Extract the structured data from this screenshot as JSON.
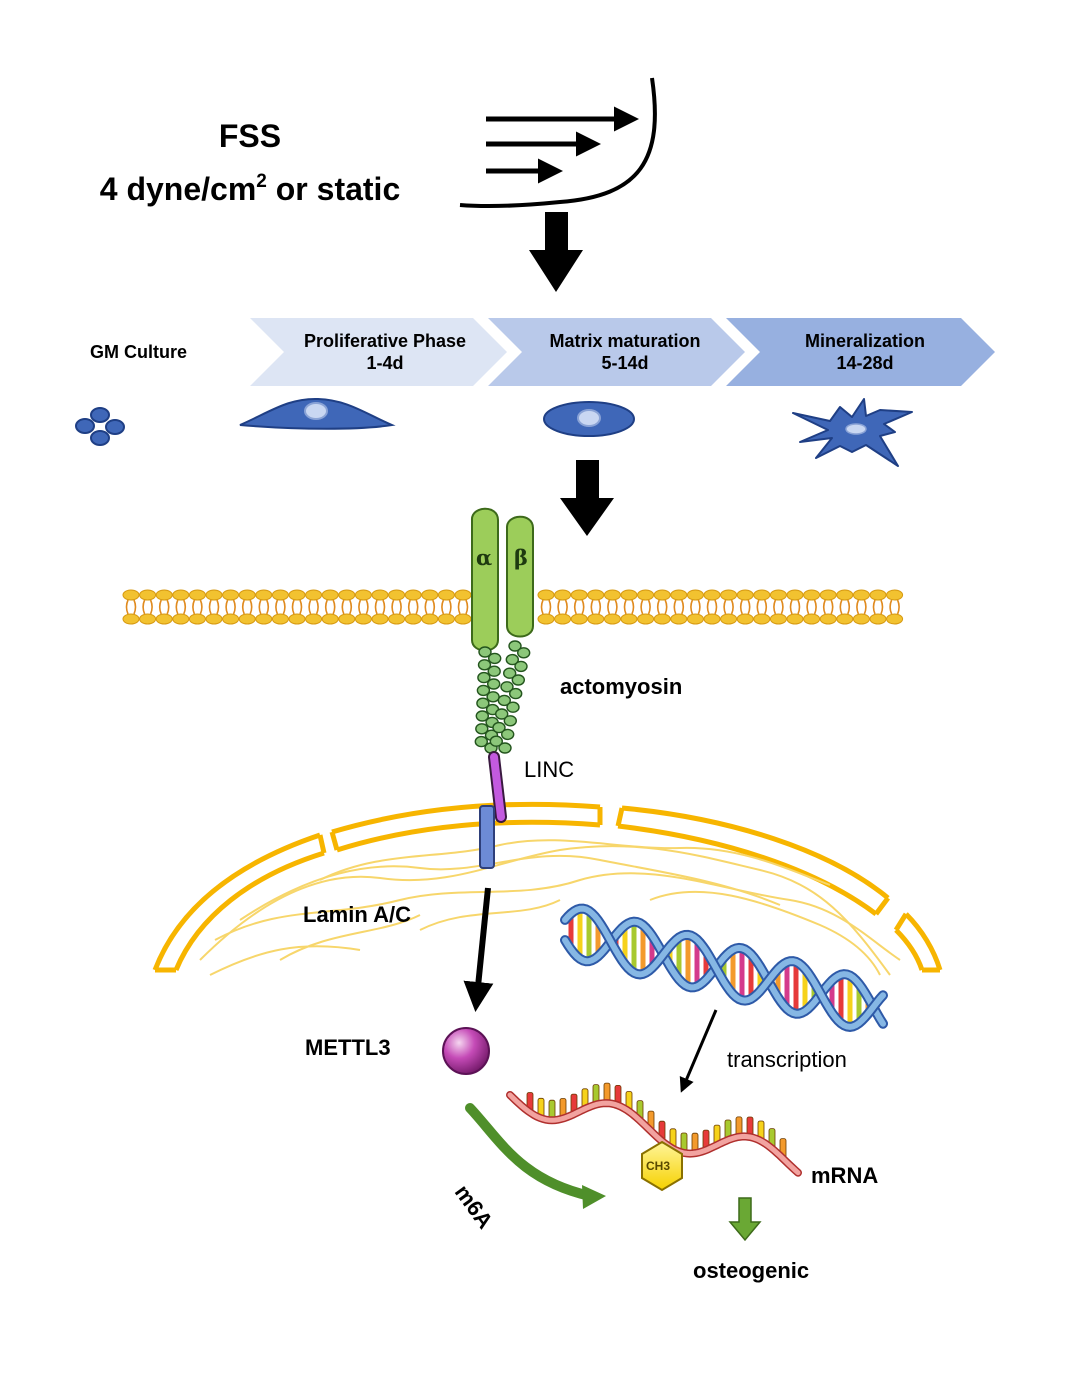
{
  "fss": {
    "title": "FSS",
    "condition_prefix": "4 dyne/cm",
    "condition_sup": "2",
    "condition_suffix": " or static"
  },
  "culture": {
    "label": "GM Culture"
  },
  "phases": [
    {
      "name": "Proliferative Phase",
      "days": "1-4d",
      "color": "#dde5f4"
    },
    {
      "name": "Matrix maturation",
      "days": "5-14d",
      "color": "#b9c9ea"
    },
    {
      "name": "Mineralization",
      "days": "14-28d",
      "color": "#97b0e0"
    }
  ],
  "integrin": {
    "alpha": "α",
    "beta": "β"
  },
  "labels": {
    "actomyosin": "actomyosin",
    "linc": "LINC",
    "lamin": "Lamin A/C",
    "mettl3": "METTL3",
    "transcription": "transcription",
    "ch3": "CH3",
    "mrna": "mRNA",
    "m6a": "m6A",
    "osteogenic": "osteogenic"
  },
  "colors": {
    "membrane": "#f2c230",
    "nuclear_envelope": "#f7b500",
    "integrin": "#9ccd5a",
    "cell": "#3f67b8",
    "linc_upper": "#c35adf",
    "linc_lower": "#6d8bd6",
    "mettl3": "#b83cad",
    "m6a_arrow": "#4f8f2a"
  }
}
